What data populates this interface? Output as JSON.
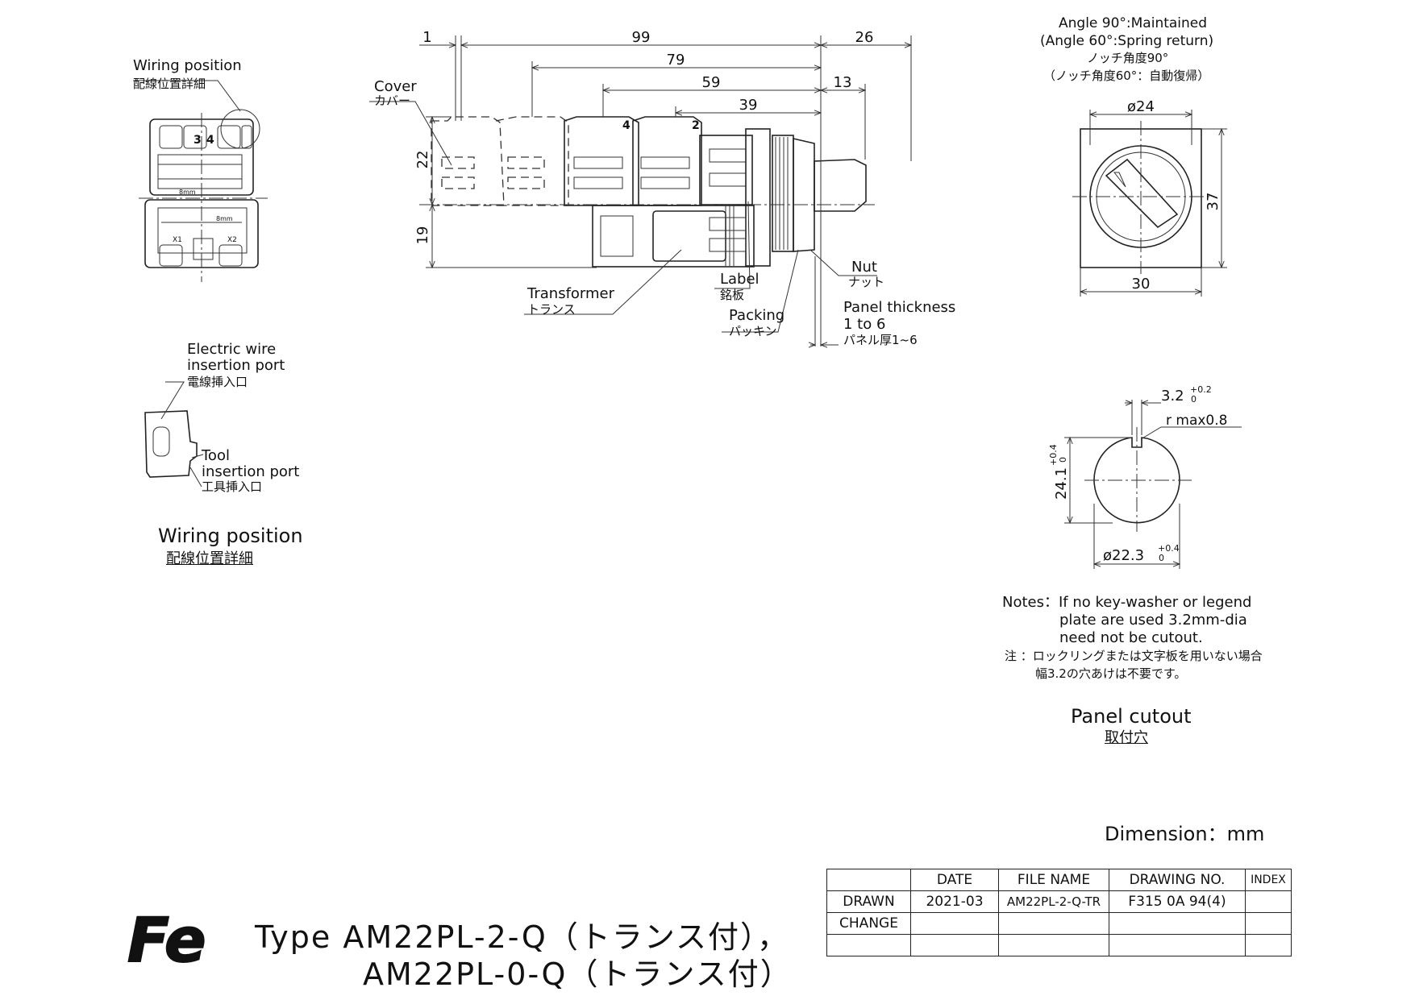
{
  "dims_side": {
    "d1": "1",
    "d99": "99",
    "d26": "26",
    "d79": "79",
    "d59": "59",
    "d13": "13",
    "d39": "39",
    "d22": "22",
    "d19": "19"
  },
  "terminal_numbers": {
    "t4": "4",
    "t2": "2",
    "t34": "3",
    "t4b": "4",
    "x1": "X1",
    "x2": "X2",
    "emm1": "8mm",
    "emm2": "8mm"
  },
  "labels": {
    "wiring_position_en": "Wiring position",
    "wiring_position_jp": "配線位置詳細",
    "cover_en": "Cover",
    "cover_jp": "カバー",
    "transformer_en": "Transformer",
    "transformer_jp": "トランス",
    "label_en": "Label",
    "label_jp": "銘板",
    "packing_en": "Packing",
    "packing_jp": "パッキン",
    "nut_en": "Nut",
    "nut_jp": "ナット",
    "panel_en": "Panel thickness",
    "panel_range": "1 to 6",
    "panel_jp": "パネル厚1~6",
    "wire_port_1": "Electric wire",
    "wire_port_2": "insertion port",
    "wire_port_jp": "電線挿入口",
    "tool_port_1": "Tool",
    "tool_port_2": "insertion port",
    "tool_port_jp": "工具挿入口",
    "wiring_title_en": "Wiring position",
    "wiring_title_jp": "配線位置詳細"
  },
  "angle_note": {
    "l1": "Angle 90°:Maintained",
    "l2": "(Angle 60°:Spring return)",
    "l3": "ノッチ角度90°",
    "l4": "（ノッチ角度60°：自動復帰）"
  },
  "front_dims": {
    "dia": "ø24",
    "h": "37",
    "w": "30"
  },
  "cutout": {
    "key_w": "3.2",
    "key_tol_plus": "+0.2",
    "key_tol_zero": "0",
    "radius": "r max0.8",
    "height": "24.1",
    "height_tol_plus": "+0.4",
    "height_tol_zero": "0",
    "dia": "ø22.3",
    "dia_tol_plus": "+0.4",
    "dia_tol_zero": "0",
    "title_en": "Panel cutout",
    "title_jp": "取付穴"
  },
  "notes": {
    "l1": "Notes：If no key-washer or legend",
    "l2": "plate are used 3.2mm-dia",
    "l3": "need not be cutout.",
    "l4": "注 ：ロックリングまたは文字板を用いない場合",
    "l5": "幅3.2の穴あけは不要です。"
  },
  "dimension_unit": "Dimension：mm",
  "title_block": {
    "headers": [
      "",
      "DATE",
      "FILE NAME",
      "DRAWING NO.",
      "INDEX"
    ],
    "rows": [
      [
        "DRAWN",
        "2021-03",
        "AM22PL-2-Q-TR",
        "F315 0A 94(4)",
        ""
      ],
      [
        "CHANGE",
        "",
        "",
        "",
        ""
      ],
      [
        "",
        "",
        "",
        "",
        ""
      ]
    ]
  },
  "logo": "Fe",
  "type_line1": "Type  AM22PL-2-Q（トランス付），",
  "type_line2": "AM22PL-0-Q（トランス付）"
}
